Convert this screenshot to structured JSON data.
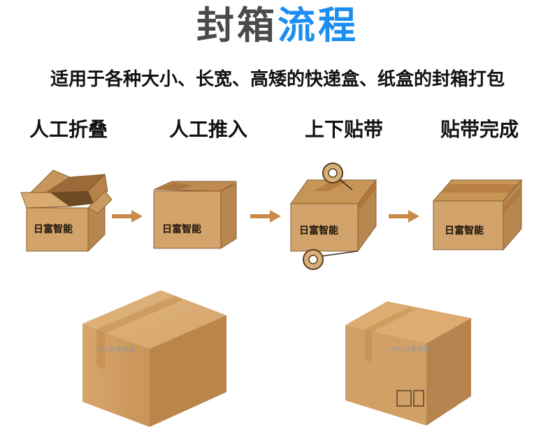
{
  "title": {
    "part1": "封箱",
    "part2": "流程"
  },
  "subtitle": "适用于各种大小、长宽、高矮的快递盒、纸盒的封箱打包",
  "steps": [
    {
      "label": "人工折叠"
    },
    {
      "label": "人工推入"
    },
    {
      "label": "上下贴带"
    },
    {
      "label": "贴带完成"
    }
  ],
  "brand_label": "日富智能",
  "watermark": "RFL日富智能",
  "colors": {
    "accent": "#1b8ef0",
    "title_dark": "#4a4a4a",
    "cardboard": "#d2a46c",
    "arrow": "#c98a4a"
  }
}
